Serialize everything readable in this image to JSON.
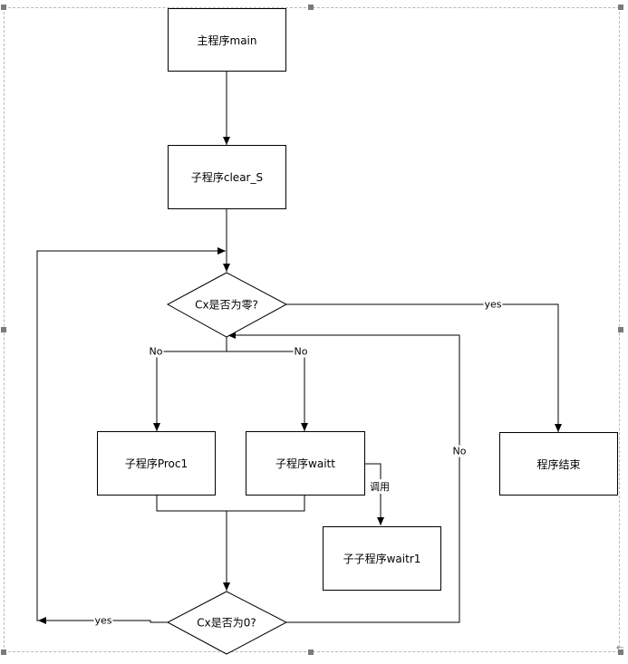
{
  "diagram": {
    "nodes": {
      "main": "主程序main",
      "clear": "子程序clear_S",
      "decision_zero": "Cx是否为零?",
      "proc1": "子程序Proc1",
      "waitt": "子程序waitt",
      "waitr1": "子子程序waitr1",
      "end": "程序结束",
      "decision_0": "Cx是否为0?"
    },
    "edge_labels": {
      "yes_to_end": "yes",
      "no_left": "No",
      "no_right": "No",
      "no_loop": "No",
      "call": "调用",
      "yes_loop": "yes"
    }
  }
}
